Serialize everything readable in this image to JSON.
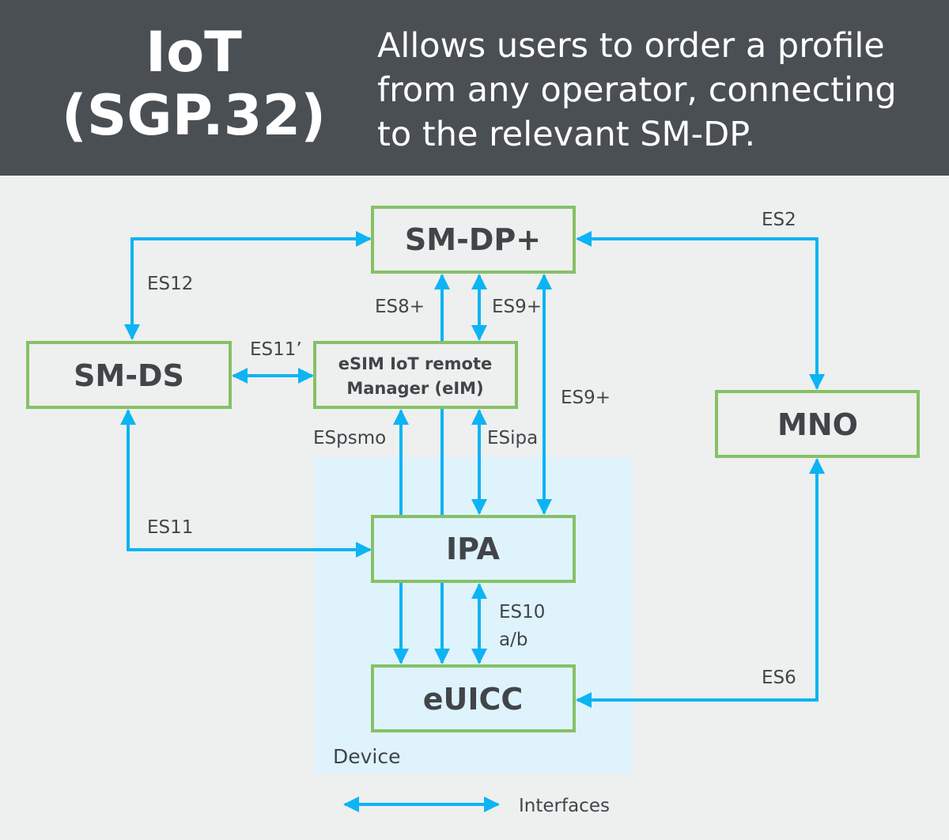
{
  "header": {
    "title_line1": "IoT",
    "title_line2": "(SGP.32)",
    "description": "Allows users to order a profile from any operator, connecting to the relevant SM-DP."
  },
  "nodes": {
    "smdp": "SM-DP+",
    "smds": "SM-DS",
    "eim_line1": "eSIM IoT remote",
    "eim_line2": "Manager (eIM)",
    "mno": "MNO",
    "ipa": "IPA",
    "euicc": "eUICC",
    "device": "Device"
  },
  "interfaces": {
    "es12": "ES12",
    "es2": "ES2",
    "es11p": "ES11’",
    "es8": "ES8+",
    "es9a": "ES9+",
    "es9b": "ES9+",
    "espsmo": "ESpsmo",
    "esipa": "ESipa",
    "es11": "ES11",
    "es10_line1": "ES10",
    "es10_line2": "a/b",
    "es6": "ES6"
  },
  "legend": {
    "interfaces": "Interfaces"
  },
  "colors": {
    "header": "#4a4f54",
    "box": "#86c166",
    "arrow": "#0db4f3",
    "device": "#dff3fc",
    "background": "#eeefef"
  }
}
